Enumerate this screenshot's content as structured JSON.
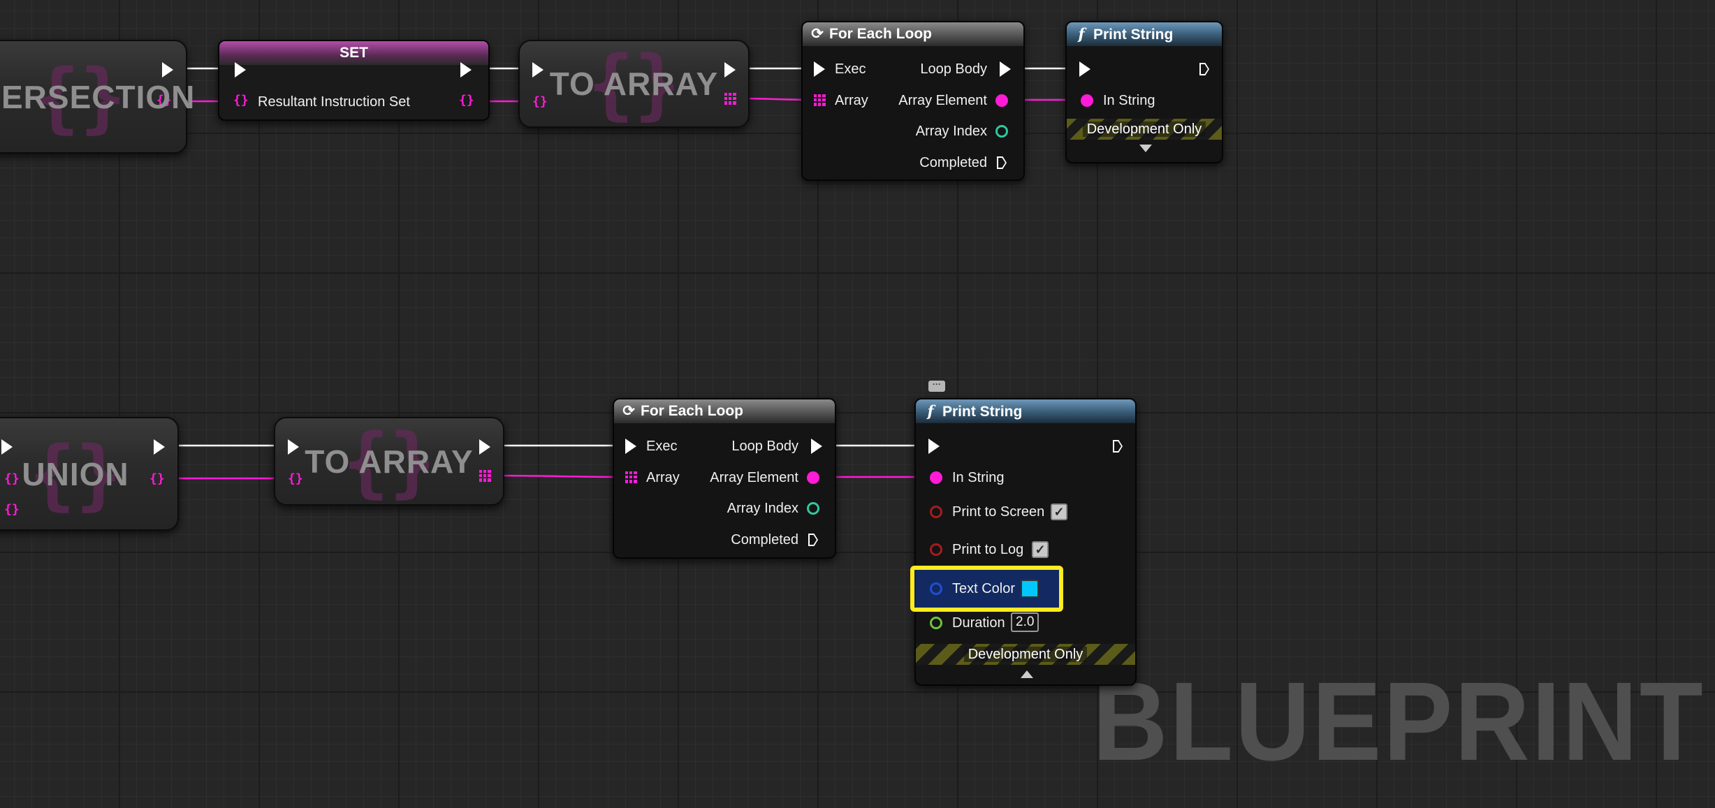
{
  "watermark": "BLUEPRINT",
  "top_row": {
    "intersection_node": {
      "title": "ERSECTION"
    },
    "set_node": {
      "title": "SET",
      "pin_label": "Resultant Instruction Set"
    },
    "to_array_node": {
      "title": "TO ARRAY"
    },
    "for_each_node": {
      "title": "For Each Loop",
      "exec_label": "Exec",
      "array_label": "Array",
      "loop_body_label": "Loop Body",
      "array_element_label": "Array Element",
      "array_index_label": "Array Index",
      "completed_label": "Completed"
    },
    "print_string_node": {
      "title": "Print String",
      "in_string_label": "In String",
      "dev_only_label": "Development Only"
    }
  },
  "bottom_row": {
    "union_node": {
      "title": "UNION"
    },
    "to_array_node": {
      "title": "TO ARRAY"
    },
    "for_each_node": {
      "title": "For Each Loop",
      "exec_label": "Exec",
      "array_label": "Array",
      "loop_body_label": "Loop Body",
      "array_element_label": "Array Element",
      "array_index_label": "Array Index",
      "completed_label": "Completed"
    },
    "print_string_node": {
      "title": "Print String",
      "in_string_label": "In String",
      "print_to_screen_label": "Print to Screen",
      "print_to_screen_checked": true,
      "print_to_log_label": "Print to Log",
      "print_to_log_checked": true,
      "text_color_label": "Text Color",
      "text_color_value": "#00c8ff",
      "duration_label": "Duration",
      "duration_value": "2.0",
      "dev_only_label": "Development Only"
    }
  },
  "colors": {
    "exec_wire": "#ffffff",
    "set_wire": "#ff1bd8",
    "highlight": "#ffeb1f"
  },
  "icons": {
    "loop_node_icon": "loop-icon",
    "function_node_icon": "function-icon",
    "comment_bubble": "comment-bubble-icon"
  }
}
